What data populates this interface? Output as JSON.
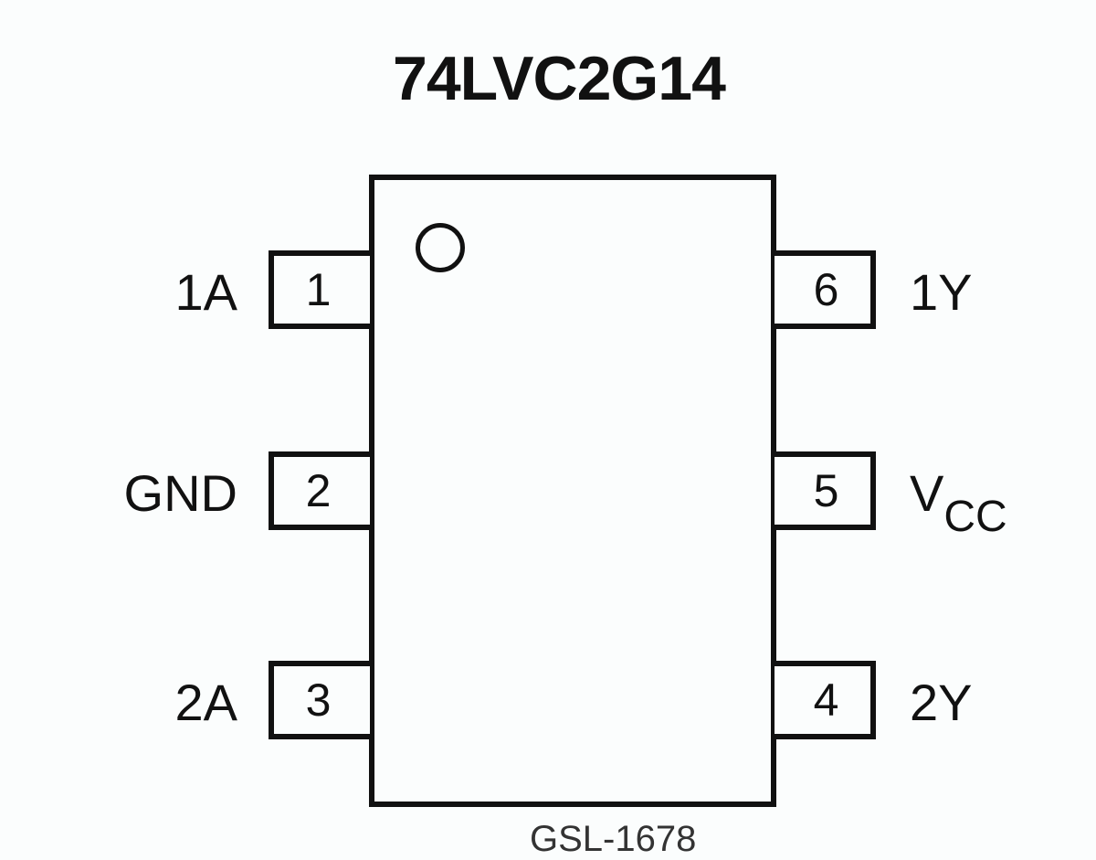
{
  "title": "74LVC2G14",
  "pins": [
    {
      "number": "1",
      "label": "1A"
    },
    {
      "number": "2",
      "label": "GND"
    },
    {
      "number": "3",
      "label": "2A"
    },
    {
      "number": "4",
      "label": "2Y"
    },
    {
      "number": "5",
      "label_main": "V",
      "label_sub": "CC"
    },
    {
      "number": "6",
      "label": "1Y"
    }
  ],
  "footer_partial_text": "GSL-1678"
}
